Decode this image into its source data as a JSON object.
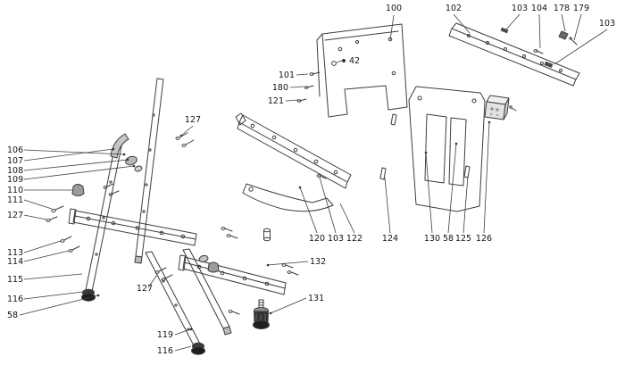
{
  "diagram": {
    "kind": "exploded-parts-diagram",
    "background_color": "#ffffff",
    "line_color": "#3d3d3d",
    "label_color": "#141414",
    "labels": [
      "100",
      "102",
      "103",
      "104",
      "178",
      "179",
      "103",
      "101",
      "180",
      "121",
      "42",
      "127",
      "106",
      "107",
      "108",
      "109",
      "110",
      "111",
      "127",
      "113",
      "114",
      "115",
      "116",
      "58",
      "120",
      "103",
      "122",
      "124",
      "130",
      "58",
      "125",
      "126",
      "132",
      "131",
      "119",
      "116",
      "127"
    ]
  }
}
